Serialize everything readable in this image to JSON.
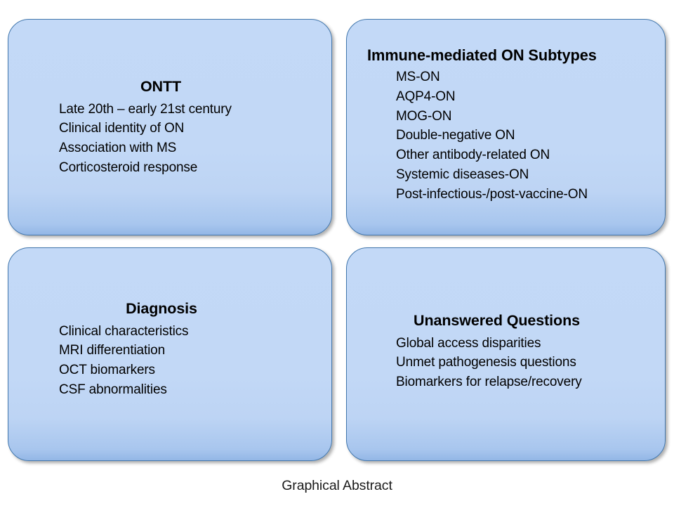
{
  "caption": "Graphical Abstract",
  "colors": {
    "card_fill_top": "#c3d9f7",
    "card_fill_bottom": "#93b7e6",
    "card_border": "#4277ad",
    "text": "#000000",
    "background": "#ffffff"
  },
  "cards": [
    {
      "id": "ontt",
      "title": "ONTT",
      "title_align": "center",
      "lines": [
        "Late 20th – early 21st century",
        "Clinical identity of ON",
        "Association with MS",
        "Corticosteroid response"
      ]
    },
    {
      "id": "subtypes",
      "title": "Immune-mediated ON Subtypes",
      "title_align": "left",
      "lines": [
        "MS-ON",
        "AQP4-ON",
        "MOG-ON",
        "Double-negative ON",
        "Other antibody-related ON",
        "Systemic diseases-ON",
        "Post-infectious-/post-vaccine-ON"
      ]
    },
    {
      "id": "diagnosis",
      "title": "Diagnosis",
      "title_align": "center",
      "lines": [
        "Clinical characteristics",
        "MRI differentiation",
        "OCT biomarkers",
        "CSF abnormalities"
      ]
    },
    {
      "id": "questions",
      "title": "Unanswered Questions",
      "title_align": "center",
      "lines": [
        "Global access disparities",
        "Unmet pathogenesis questions",
        "Biomarkers for relapse/recovery"
      ]
    }
  ]
}
